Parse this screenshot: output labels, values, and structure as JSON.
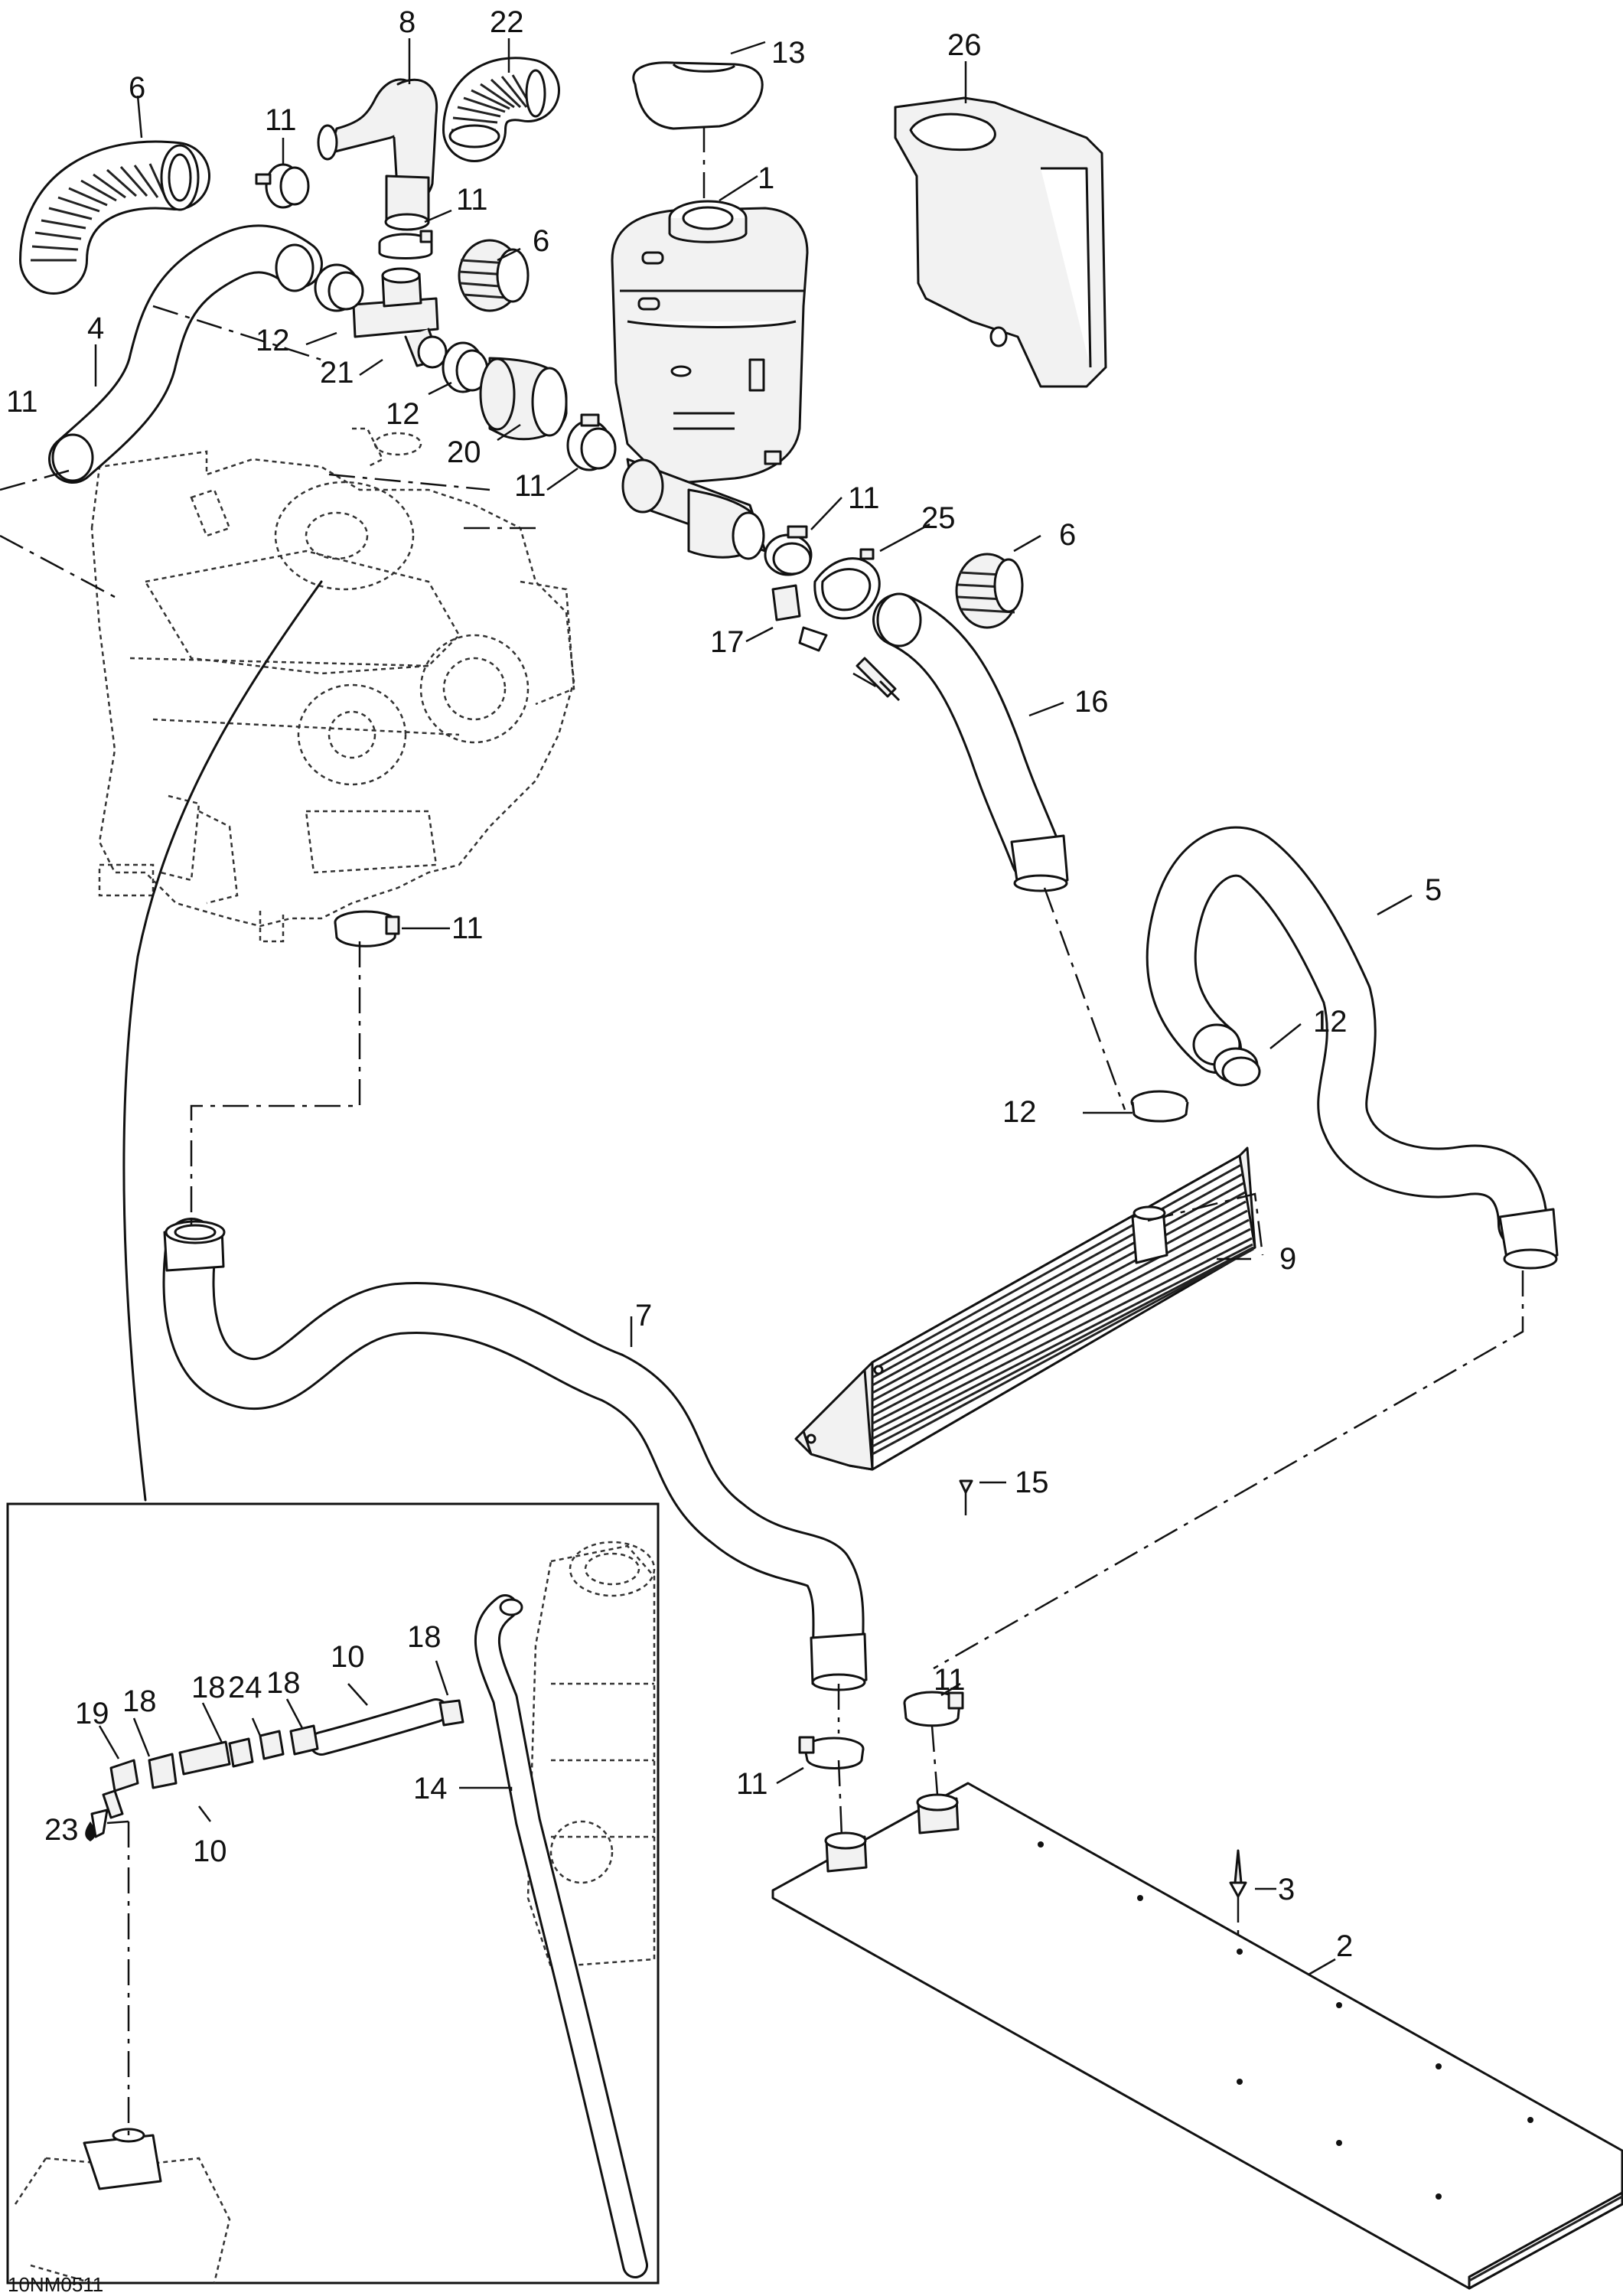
{
  "diagram_code": "10NM0511",
  "callouts": [
    {
      "id": "c8",
      "text": "8"
    },
    {
      "id": "c22",
      "text": "22"
    },
    {
      "id": "c13",
      "text": "13"
    },
    {
      "id": "c26",
      "text": "26"
    },
    {
      "id": "c6a",
      "text": "6"
    },
    {
      "id": "c11a",
      "text": "11"
    },
    {
      "id": "c1",
      "text": "1"
    },
    {
      "id": "c11b",
      "text": "11"
    },
    {
      "id": "c6b",
      "text": "6"
    },
    {
      "id": "c4",
      "text": "4"
    },
    {
      "id": "c12a",
      "text": "12"
    },
    {
      "id": "c21",
      "text": "21"
    },
    {
      "id": "c11c",
      "text": "11"
    },
    {
      "id": "c12b",
      "text": "12"
    },
    {
      "id": "c20",
      "text": "20"
    },
    {
      "id": "c11d",
      "text": "11"
    },
    {
      "id": "c11e",
      "text": "11"
    },
    {
      "id": "c25",
      "text": "25"
    },
    {
      "id": "c6c",
      "text": "6"
    },
    {
      "id": "c17",
      "text": "17"
    },
    {
      "id": "c16",
      "text": "16"
    },
    {
      "id": "c5",
      "text": "5"
    },
    {
      "id": "c11f",
      "text": "11"
    },
    {
      "id": "c12c",
      "text": "12"
    },
    {
      "id": "c12d",
      "text": "12"
    },
    {
      "id": "c9",
      "text": "9"
    },
    {
      "id": "c7",
      "text": "7"
    },
    {
      "id": "c15",
      "text": "15"
    },
    {
      "id": "c18a",
      "text": "18"
    },
    {
      "id": "c10a",
      "text": "10"
    },
    {
      "id": "c19",
      "text": "19"
    },
    {
      "id": "c18b",
      "text": "18"
    },
    {
      "id": "c18c",
      "text": "18"
    },
    {
      "id": "c24",
      "text": "24"
    },
    {
      "id": "c18d",
      "text": "18"
    },
    {
      "id": "c23",
      "text": "23"
    },
    {
      "id": "c10b",
      "text": "10"
    },
    {
      "id": "c14",
      "text": "14"
    },
    {
      "id": "c11g",
      "text": "11"
    },
    {
      "id": "c11h",
      "text": "11"
    },
    {
      "id": "c3",
      "text": "3"
    },
    {
      "id": "c2",
      "text": "2"
    }
  ]
}
